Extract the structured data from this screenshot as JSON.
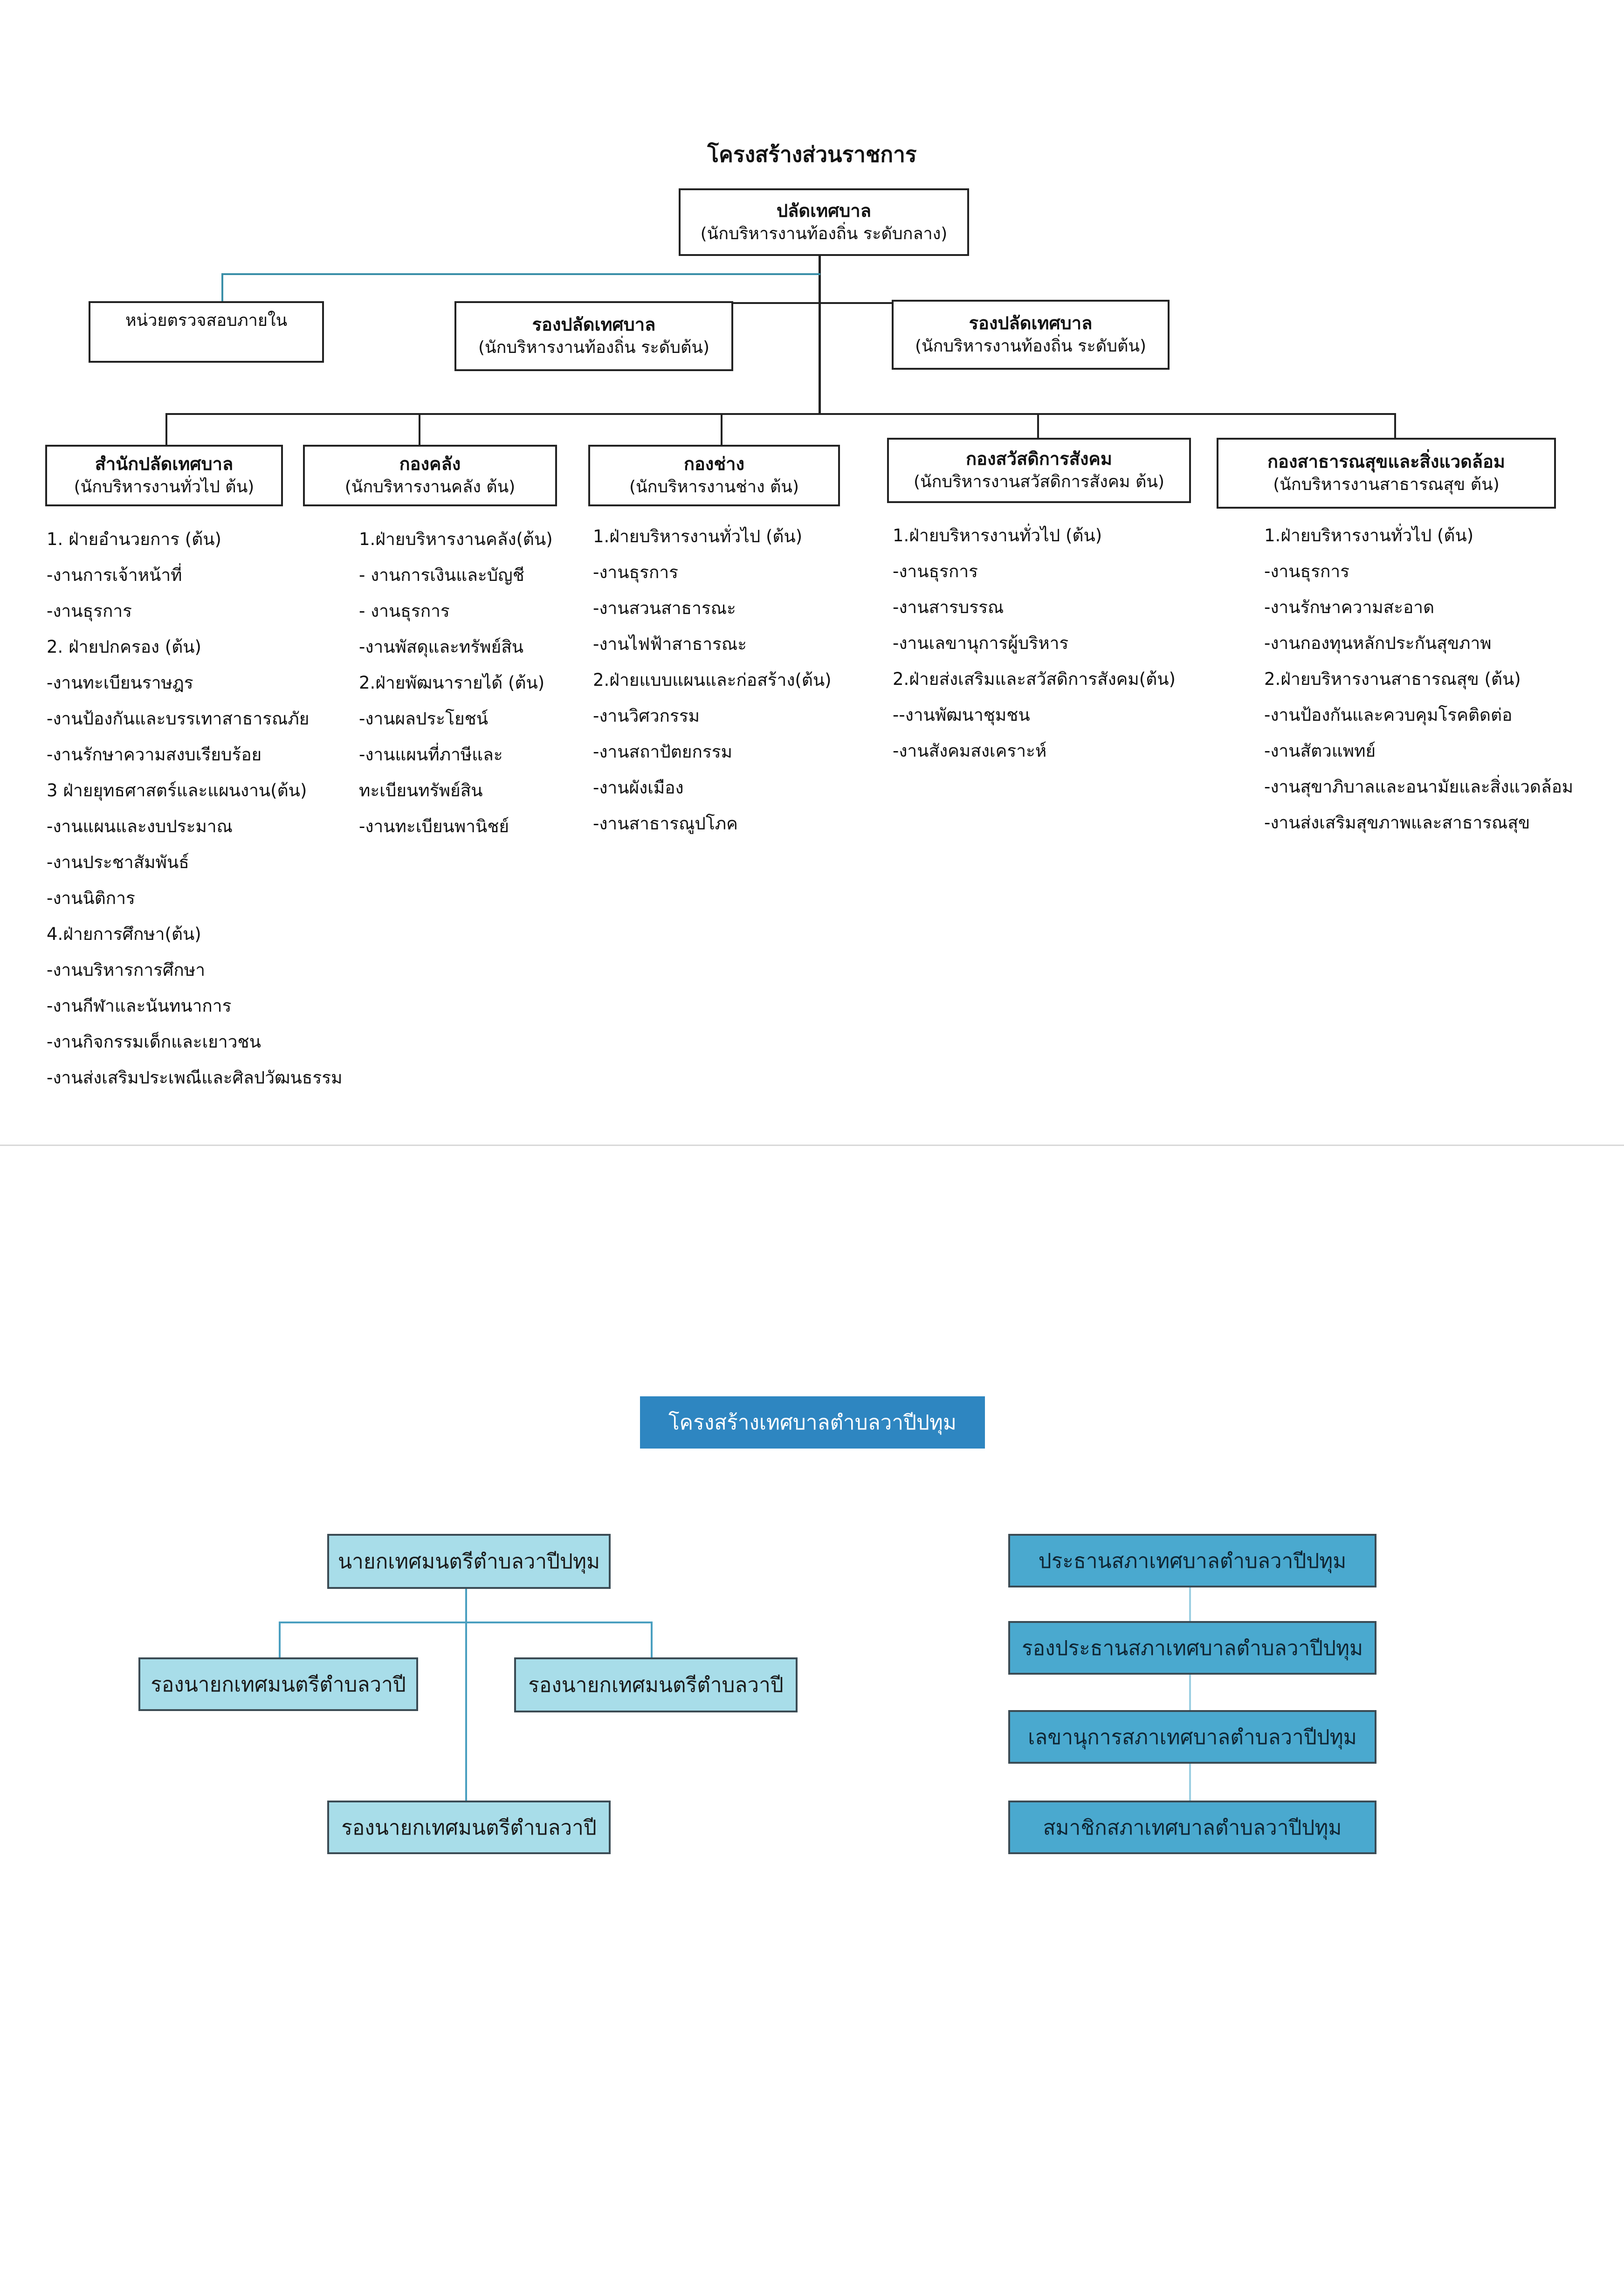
{
  "top_chart": {
    "title": "โครงสร้างส่วนราชการ",
    "root": {
      "title": "ปลัดเทศบาล",
      "sub": "(นักบริหารงานท้องถิ่น ระดับกลาง)"
    },
    "audit": {
      "title": "หน่วยตรวจสอบภายใน"
    },
    "deputy_left": {
      "title": "รองปลัดเทศบาล",
      "sub": "(นักบริหารงานท้องถิ่น ระดับต้น)"
    },
    "deputy_right": {
      "title": "รองปลัดเทศบาล",
      "sub": "(นักบริหารงานท้องถิ่น ระดับต้น)"
    },
    "divisions": [
      {
        "title": "สำนักปลัดเทศบาล",
        "sub": "(นักบริหารงานทั่วไป ต้น)",
        "items": [
          "1. ฝ่ายอำนวยการ (ต้น)",
          "-งานการเจ้าหน้าที่",
          "-งานธุรการ",
          "2. ฝ่ายปกครอง (ต้น)",
          "-งานทะเบียนราษฎร",
          "-งานป้องกันและบรรเทาสาธารณภัย",
          "-งานรักษาความสงบเรียบร้อย",
          "3 ฝ่ายยุทธศาสตร์และแผนงาน(ต้น)",
          "-งานแผนและงบประมาณ",
          "-งานประชาสัมพันธ์",
          "-งานนิติการ",
          "4.ฝ่ายการศึกษา(ต้น)",
          "-งานบริหารการศึกษา",
          "-งานกีฬาและนันทนาการ",
          "-งานกิจกรรมเด็กและเยาวชน",
          "-งานส่งเสริมประเพณีและศิลปวัฒนธรรม"
        ]
      },
      {
        "title": "กองคลัง",
        "sub": "(นักบริหารงานคลัง ต้น)",
        "items": [
          "1.ฝ่ายบริหารงานคลัง(ต้น)",
          "- งานการเงินและบัญชี",
          "- งานธุรการ",
          "-งานพัสดุและทรัพย์สิน",
          "2.ฝ่ายพัฒนารายได้ (ต้น)",
          "-งานผลประโยชน์",
          "-งานแผนที่ภาษีและ",
          "ทะเบียนทรัพย์สิน",
          "-งานทะเบียนพานิชย์"
        ]
      },
      {
        "title": "กองช่าง",
        "sub": "(นักบริหารงานช่าง ต้น)",
        "items": [
          "1.ฝ่ายบริหารงานทั่วไป (ต้น)",
          "-งานธุรการ",
          "-งานสวนสาธารณะ",
          "-งานไฟฟ้าสาธารณะ",
          "2.ฝ่ายแบบแผนและก่อสร้าง(ต้น)",
          "-งานวิศวกรรม",
          "-งานสถาปัตยกรรม",
          "-งานผังเมือง",
          "-งานสาธารณูปโภค"
        ]
      },
      {
        "title": "กองสวัสดิการสังคม",
        "sub": "(นักบริหารงานสวัสดิการสังคม ต้น)",
        "items": [
          "1.ฝ่ายบริหารงานทั่วไป (ต้น)",
          "-งานธุรการ",
          "-งานสารบรรณ",
          "-งานเลขานุการผู้บริหาร",
          "2.ฝ่ายส่งเสริมและสวัสดิการสังคม(ต้น)",
          "--งานพัฒนาชุมชน",
          "-งานสังคมสงเคราะห์"
        ]
      },
      {
        "title": "กองสาธารณสุขและสิ่งแวดล้อม",
        "sub": "(นักบริหารงานสาธารณสุข ต้น)",
        "items": [
          "1.ฝ่ายบริหารงานทั่วไป (ต้น)",
          "-งานธุรการ",
          "-งานรักษาความสะอาด",
          "-งานกองทุนหลักประกันสุขภาพ",
          "2.ฝ่ายบริหารงานสาธารณสุข (ต้น)",
          "-งานป้องกันและควบคุมโรคติดต่อ",
          "-งานสัตวแพทย์",
          "-งานสุขาภิบาลและอนามัยและสิ่งแวดล้อม",
          "-งานส่งเสริมสุขภาพและสาธารณสุข"
        ]
      }
    ]
  },
  "bottom_chart": {
    "title": "โครงสร้างเทศบาลตำบลวาปีปทุม",
    "mayor": "นายกเทศมนตรีตำบลวาปีปทุม",
    "deputy_left": "รองนายกเทศมนตรีตำบลวาปี",
    "deputy_right": "รองนายกเทศมนตรีตำบลวาปี",
    "deputy_bottom": "รองนายกเทศมนตรีตำบลวาปี",
    "council": [
      "ประธานสภาเทศบาลตำบลวาปีปทุม",
      "รองประธานสภาเทศบาลตำบลวาปีปทุม",
      "เลขานุการสภาเทศบาลตำบลวาปีปทุม",
      "สมาชิกสภาเทศบาลตำบลวาปีปทุม"
    ]
  },
  "colors": {
    "banner": "#2e86c1",
    "light_box": "#a8dde9",
    "dark_box": "#4aa9cf",
    "connector": "#3a8fa8"
  }
}
